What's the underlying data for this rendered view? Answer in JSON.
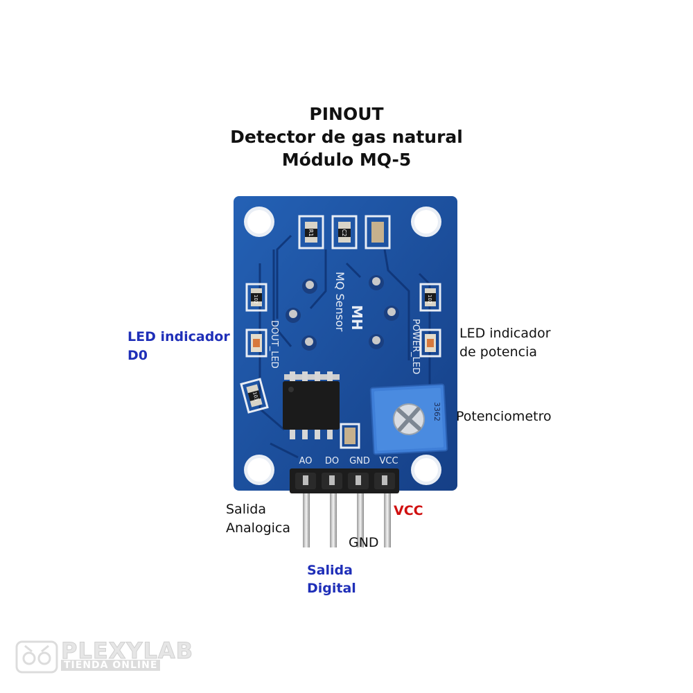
{
  "title": {
    "line1": "PINOUT",
    "line2": "Detector de gas natural",
    "line3": "Módulo MQ-5"
  },
  "labels": {
    "led_d0_line1": "LED indicador",
    "led_d0_line2": "D0",
    "led_power_line1": "LED indicador",
    "led_power_line2": "de potencia",
    "potentiometer": "Potenciometro",
    "analog_out_line1": "Salida",
    "analog_out_line2": "Analogica",
    "vcc": "VCC",
    "gnd": "GND",
    "digital_out_line1": "Salida",
    "digital_out_line2": "Digital"
  },
  "board": {
    "silkscreen_brand": "MH",
    "silkscreen_model": "MQ Sensor",
    "silkscreen_dout": "DOUT_LED",
    "silkscreen_power": "POWER_LED",
    "pin_ao": "AO",
    "pin_do": "DO",
    "pin_gnd": "GND",
    "pin_vcc": "VCC",
    "resistor_r1": "R1",
    "resistor_c2": "C2",
    "resistor_r2": "102",
    "resistor_r4": "102",
    "resistor_r3": "103",
    "pot_code": "3362"
  },
  "watermark": {
    "brand": "PLEXYLAB",
    "tagline": "TIENDA ONLINE"
  },
  "colors": {
    "pcb": "#1c4f9e",
    "label_blue": "#1f2fb8",
    "label_red": "#d01010",
    "pot_blue": "#3a7bd5"
  }
}
